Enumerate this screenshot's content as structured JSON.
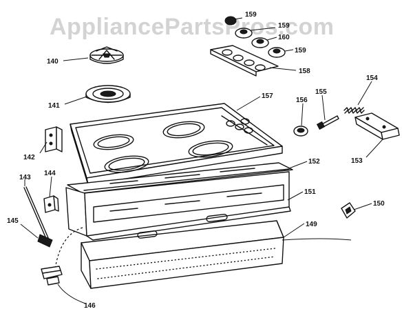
{
  "watermark": "AppliancePartsPros.com",
  "callouts": {
    "c140": "140",
    "c141": "141",
    "c142": "142",
    "c143": "143",
    "c144": "144",
    "c145": "145",
    "c146": "146",
    "c149": "149",
    "c150": "150",
    "c151": "151",
    "c152": "152",
    "c153": "153",
    "c154": "154",
    "c155": "155",
    "c156": "156",
    "c157": "157",
    "c158": "158",
    "c159a": "159",
    "c159b": "159",
    "c159c": "159",
    "c160": "160"
  }
}
